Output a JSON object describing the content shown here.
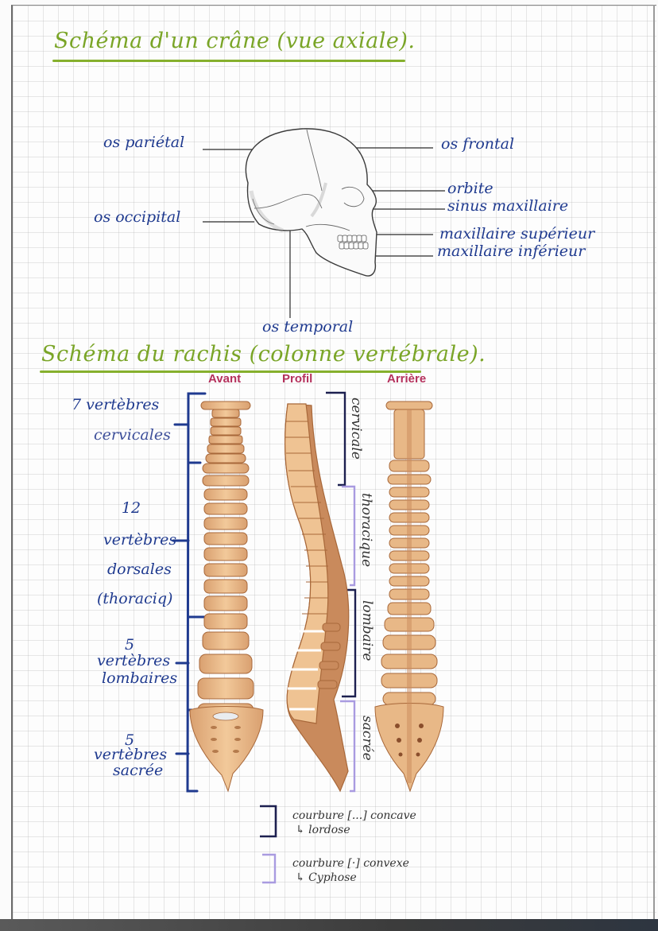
{
  "skull_section": {
    "title": "Schéma d'un crâne (vue axiale).",
    "labels": {
      "parietal": "os pariétal",
      "occipital": "os occipital",
      "temporal": "os temporal",
      "frontal": "os frontal",
      "orbite": "orbite",
      "sinus": "sinus maxillaire",
      "max_sup": "maxillaire supérieur",
      "max_inf": "maxillaire inférieur"
    }
  },
  "spine_section": {
    "title": "Schéma du rachis (colonne vertébrale).",
    "views": {
      "front": "Avant",
      "profile": "Profil",
      "back": "Arrière"
    },
    "left_labels": {
      "cervical_1": "7 vertèbres",
      "cervical_2": "cervicales",
      "dorsal_num": "12",
      "dorsal_1": "vertèbres",
      "dorsal_2": "dorsales",
      "dorsal_3": "(thoraciq)",
      "lumbar_num": "5",
      "lumbar_1": "vertèbres",
      "lumbar_2": "lombaires",
      "sacral_num": "5",
      "sacral_1": "vertèbres",
      "sacral_2": "sacrée"
    },
    "profile_regions": {
      "cervicale": "cervicale",
      "thoracique": "thoracique",
      "lombaire": "lombaire",
      "sacree": "sacrée"
    },
    "legend": {
      "dark_line1": "courbure [...] concave",
      "dark_line2": "↳ lordose",
      "light_line1": "courbure [·] convexe",
      "light_line2": "↳ Cyphose"
    }
  },
  "colors": {
    "title_green": "#7aa527",
    "ink_blue": "#1f3a8f",
    "view_label_red": "#b5315c",
    "bone": "#e8b887",
    "bone_outline": "#a8683a",
    "bracket_dark": "#1d2050",
    "bracket_light": "#a99be0"
  }
}
